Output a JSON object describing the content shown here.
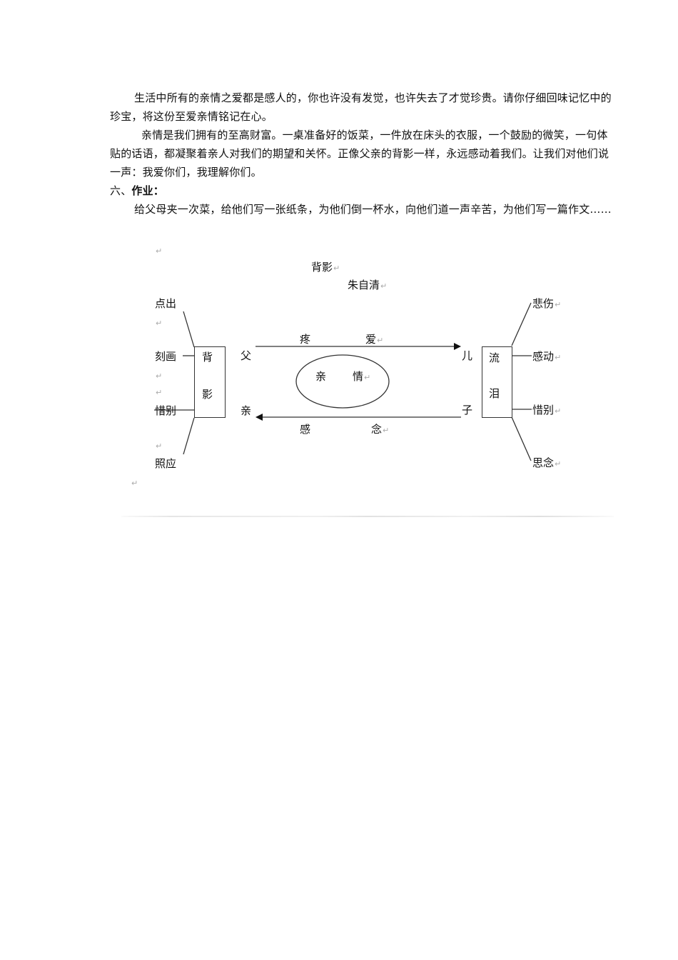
{
  "document": {
    "paragraphs": [
      "生活中所有的亲情之爱都是感人的，你也许没有发觉，也许失去了才觉珍贵。请你仔细回味记忆中的珍宝，将这份至爱亲情铭记在心。",
      "亲情是我们拥有的至高财富。一桌准备好的饭菜，一件放在床头的衣服，一个鼓励的微笑，一句体贴的话语，都凝聚着亲人对我们的期望和关怀。正像父亲的背影一样，永远感动着我们。让我们对他们说一声：我爱你们，我理解你们。"
    ],
    "section_number": "六、",
    "section_title": "作业：",
    "homework": "给父母夹一次菜，给他们写一张纸条，为他们倒一杯水，向他们道一声辛苦，为他们写一篇作文……"
  },
  "diagram": {
    "title": "背影",
    "author": "朱自清",
    "paragraph_mark": "↵",
    "left_box": {
      "top_char": "背",
      "bottom_char": "影"
    },
    "right_box": {
      "top_char": "流",
      "bottom_char": "泪"
    },
    "left_labels": [
      "点出",
      "刻画",
      "惜别",
      "照应"
    ],
    "right_labels": [
      "悲伤",
      "感动",
      "惜别",
      "思念"
    ],
    "father": {
      "top": "父",
      "bottom": "亲"
    },
    "son": {
      "top": "儿",
      "bottom": "子"
    },
    "top_arrow": {
      "left": "疼",
      "right": "爱"
    },
    "bottom_arrow": {
      "left": "感",
      "right": "念"
    },
    "ellipse": {
      "left": "亲",
      "right": "情"
    },
    "colors": {
      "line": "#333333",
      "text": "#111111",
      "marks": "#aaaaaa"
    }
  }
}
